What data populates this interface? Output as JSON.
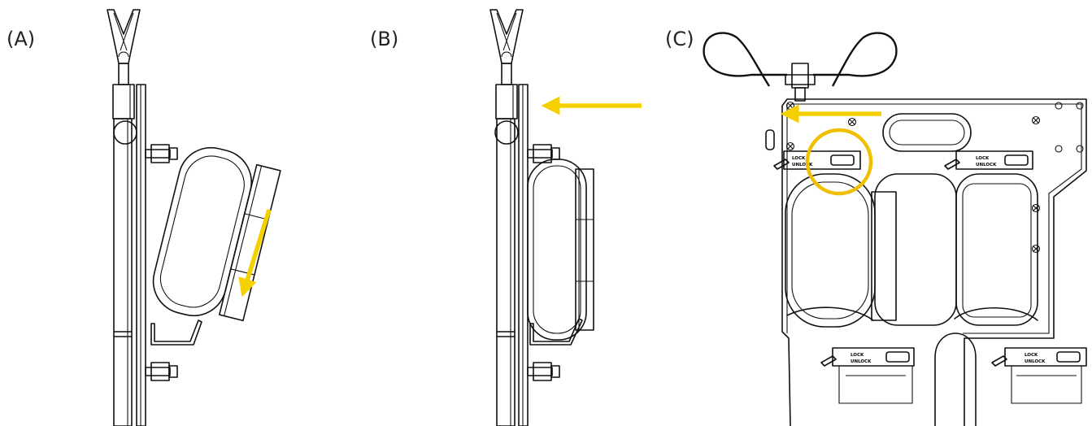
{
  "panels": [
    {
      "id": "A",
      "label": "(A)"
    },
    {
      "id": "B",
      "label": "(B)"
    },
    {
      "id": "C",
      "label": "(C)"
    }
  ],
  "lock_labels": {
    "lock": "LOCK",
    "unlock": "UNLOCK"
  },
  "colors": {
    "arrow": "#f5d000",
    "highlight": "#f0c000",
    "line": "#111111",
    "background": "#ffffff"
  },
  "icons": [
    "arrow-down-icon",
    "arrow-left-icon",
    "highlight-circle"
  ]
}
